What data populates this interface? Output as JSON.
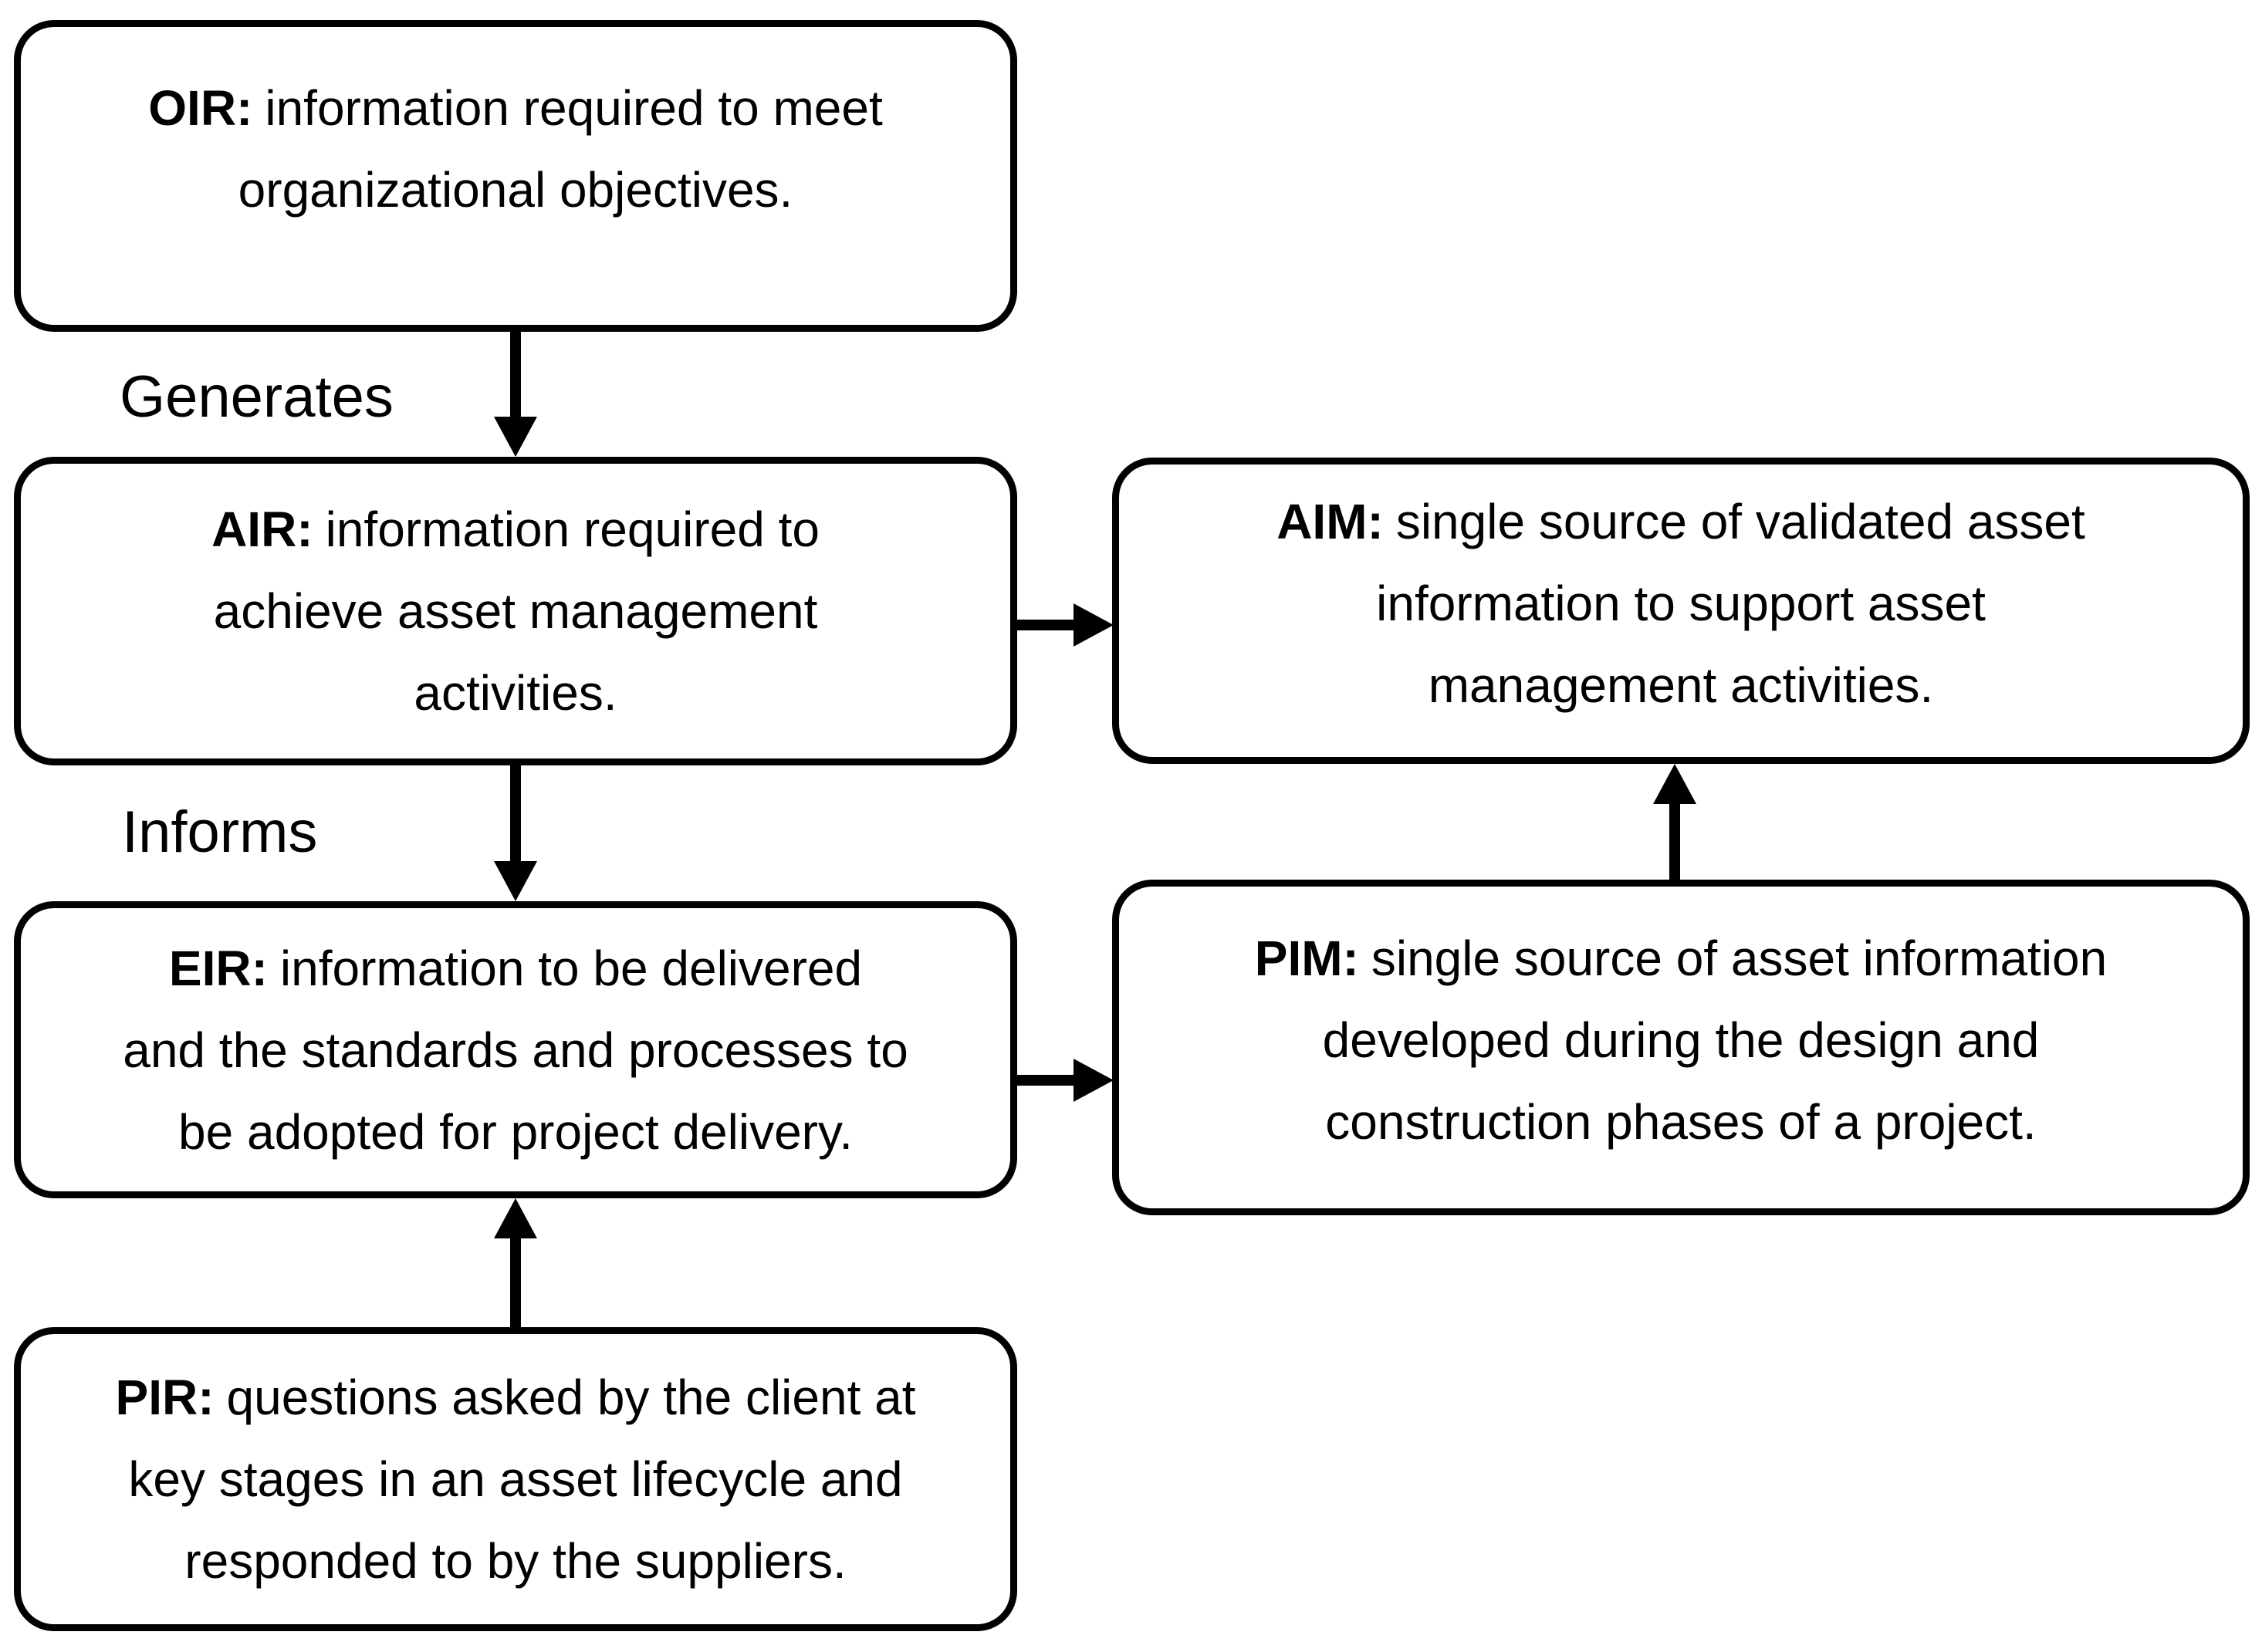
{
  "colors": {
    "background": "#ffffff",
    "stroke": "#000000",
    "text": "#000000"
  },
  "nodes": {
    "oir": {
      "prefix": "OIR:",
      "lines": [
        "information required to meet",
        "organizational objectives."
      ]
    },
    "air": {
      "prefix": "AIR:",
      "lines": [
        "information required to",
        "achieve asset management",
        "activities."
      ]
    },
    "eir": {
      "prefix": "EIR:",
      "lines": [
        "information to be delivered",
        "and the standards and processes to",
        "be adopted for project delivery."
      ]
    },
    "pir": {
      "prefix": "PIR:",
      "lines": [
        "questions asked by the client at",
        "key stages in an asset lifecycle and",
        "responded to by the suppliers."
      ]
    },
    "aim": {
      "prefix": "AIM:",
      "lines": [
        "single source of validated asset",
        "information to support asset",
        "management activities."
      ]
    },
    "pim": {
      "prefix": "PIM:",
      "lines": [
        "single source of asset information",
        "developed during the design and",
        "construction phases of a project."
      ]
    }
  },
  "edges": [
    {
      "from": "OIR",
      "to": "AIR",
      "label": "Generates",
      "direction": "down"
    },
    {
      "from": "AIR",
      "to": "EIR",
      "label": "Informs",
      "direction": "down"
    },
    {
      "from": "PIR",
      "to": "EIR",
      "label": "",
      "direction": "up"
    },
    {
      "from": "AIR",
      "to": "AIM",
      "label": "",
      "direction": "right"
    },
    {
      "from": "EIR",
      "to": "PIM",
      "label": "",
      "direction": "right"
    },
    {
      "from": "PIM",
      "to": "AIM",
      "label": "",
      "direction": "up"
    }
  ]
}
